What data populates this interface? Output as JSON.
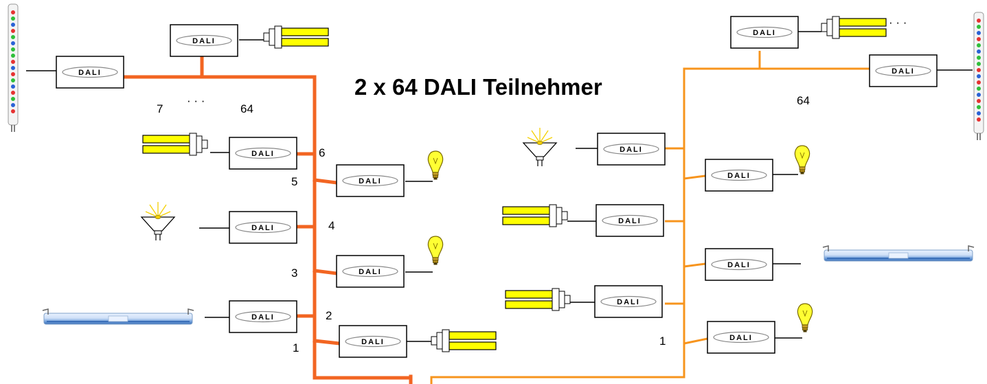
{
  "title": "2 x 64 DALI Teilnehmer",
  "dali_label": "DALI",
  "left_numbers": [
    "7",
    "· · ·",
    "64",
    "6",
    "5",
    "4",
    "3",
    "2",
    "1"
  ],
  "right_numbers": [
    "64",
    "1"
  ],
  "ellipsis": "· · ·",
  "colors": {
    "bus_left": "#f26522",
    "bus_right": "#f7941d",
    "tube_yellow": "#ffff00",
    "bulb_yellow": "#ffff33",
    "fluorescent_blue": "#5b8fd6"
  }
}
